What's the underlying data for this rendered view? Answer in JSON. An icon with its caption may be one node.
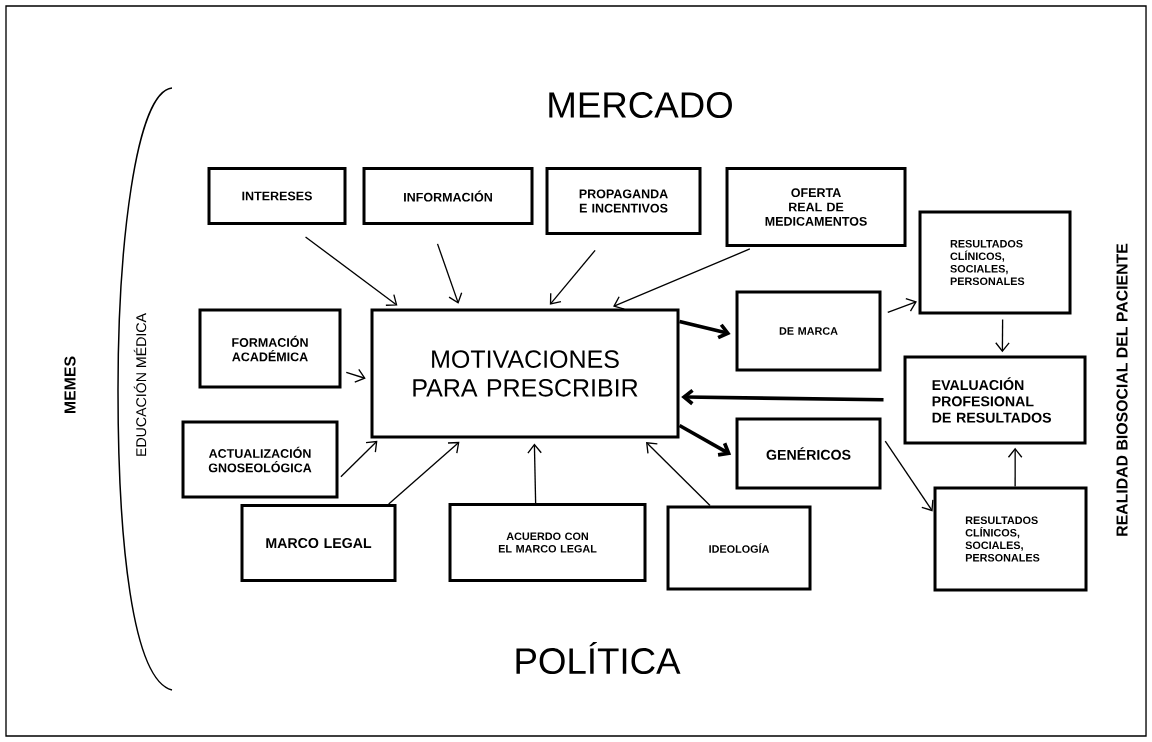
{
  "diagram": {
    "nodes": [
      {
        "text": [
          "INTERESES"
        ]
      },
      {
        "text": [
          "INFORMACIÓN"
        ]
      },
      {
        "text": [
          "PROPAGANDA E INCENTIVOS"
        ]
      },
      {
        "text": [
          "OFERTA REAL DE MEDICAMENTOS"
        ]
      },
      {
        "text": [
          "FORMACIÓN ACADÉMICA"
        ]
      },
      {
        "text": [
          "MOTIVACIONES PARA PRESCRIBIR"
        ]
      },
      {
        "text": [
          "DE MARCA"
        ]
      },
      {
        "text": [
          "RESULTADOS CLÍNICOS, SOCIALES, PERSONALES"
        ]
      },
      {
        "text": [
          "EVALUACIÓN PROFESIONAL DE RESULTADOS"
        ]
      },
      {
        "text": [
          "ACTUALIZACIÓN GNOSEOLÓGICA"
        ]
      },
      {
        "text": [
          "GENÉRICOS"
        ]
      },
      {
        "text": [
          "MARCO LEGAL"
        ]
      },
      {
        "text": [
          "ACUERDO CON EL MARCO LEGAL"
        ]
      },
      {
        "text": [
          "IDEOLOGÍA"
        ]
      },
      {
        "text": [
          "RESULTADOS CLÍNICOS, SOCIALES, PERSONALES"
        ]
      }
    ],
    "edges": [
      {
        "from": 0,
        "to": 5,
        "arrow": "to"
      },
      {
        "from": 1,
        "to": 5,
        "arrow": "to"
      },
      {
        "from": 2,
        "to": 5,
        "arrow": "to"
      },
      {
        "from": 3,
        "to": 5,
        "arrow": "to"
      },
      {
        "from": 4,
        "to": 5,
        "arrow": "to"
      },
      {
        "from": 9,
        "to": 5,
        "arrow": "to"
      },
      {
        "from": 11,
        "to": 5,
        "arrow": "to"
      },
      {
        "from": 12,
        "to": 5,
        "arrow": "to"
      },
      {
        "from": 13,
        "to": 5,
        "arrow": "to"
      },
      {
        "from": 5,
        "to": 6,
        "arrow": "to",
        "style": "thick"
      },
      {
        "from": 5,
        "to": 10,
        "arrow": "to",
        "style": "thick"
      },
      {
        "from": 8,
        "to": 5,
        "arrow": "to",
        "style": "thick"
      },
      {
        "from": 6,
        "to": 7,
        "arrow": "to"
      },
      {
        "from": 7,
        "to": 8,
        "arrow": "to"
      },
      {
        "from": 10,
        "to": 14,
        "arrow": "to"
      },
      {
        "from": 14,
        "to": 8,
        "arrow": "to"
      }
    ],
    "labels": [
      "MERCADO",
      "MEMES",
      "EDUCACIÓN MÉDICA",
      "REALIDAD BIOSOCIAL DEL PACIENTE",
      "POLÍTICA"
    ]
  }
}
